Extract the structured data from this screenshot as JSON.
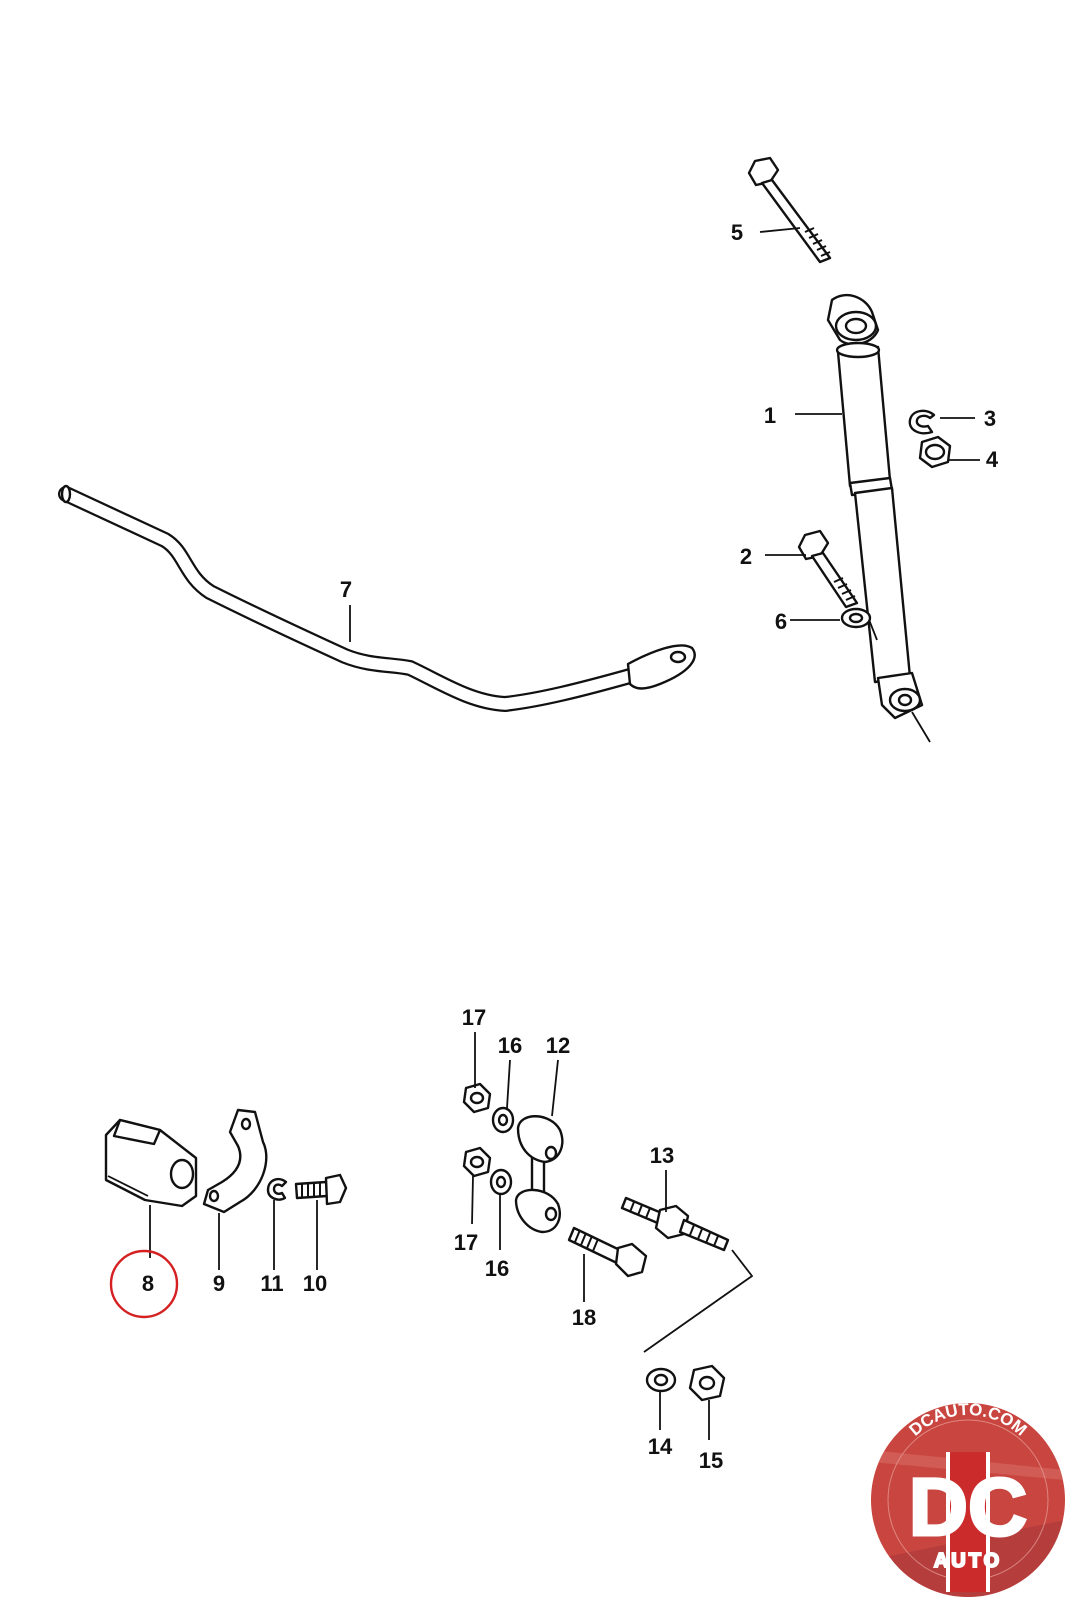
{
  "diagram": {
    "callouts": {
      "p1": "1",
      "p2": "2",
      "p3": "3",
      "p4": "4",
      "p5": "5",
      "p6": "6",
      "p7": "7",
      "p8": "8",
      "p9": "9",
      "p10": "10",
      "p11": "11",
      "p12": "12",
      "p13": "13",
      "p14": "14",
      "p15": "15",
      "p16a": "16",
      "p16b": "16",
      "p17a": "17",
      "p17b": "17",
      "p18": "18"
    },
    "highlighted_part": "8",
    "highlight_color": "#d42020"
  },
  "logo": {
    "domain": "DCAUTO.COM",
    "letters": "DC",
    "subtitle": "AUTO",
    "colors": {
      "ring": "#c9453f",
      "dark": "#3b3b3b",
      "accent": "#cc2b2b"
    }
  }
}
